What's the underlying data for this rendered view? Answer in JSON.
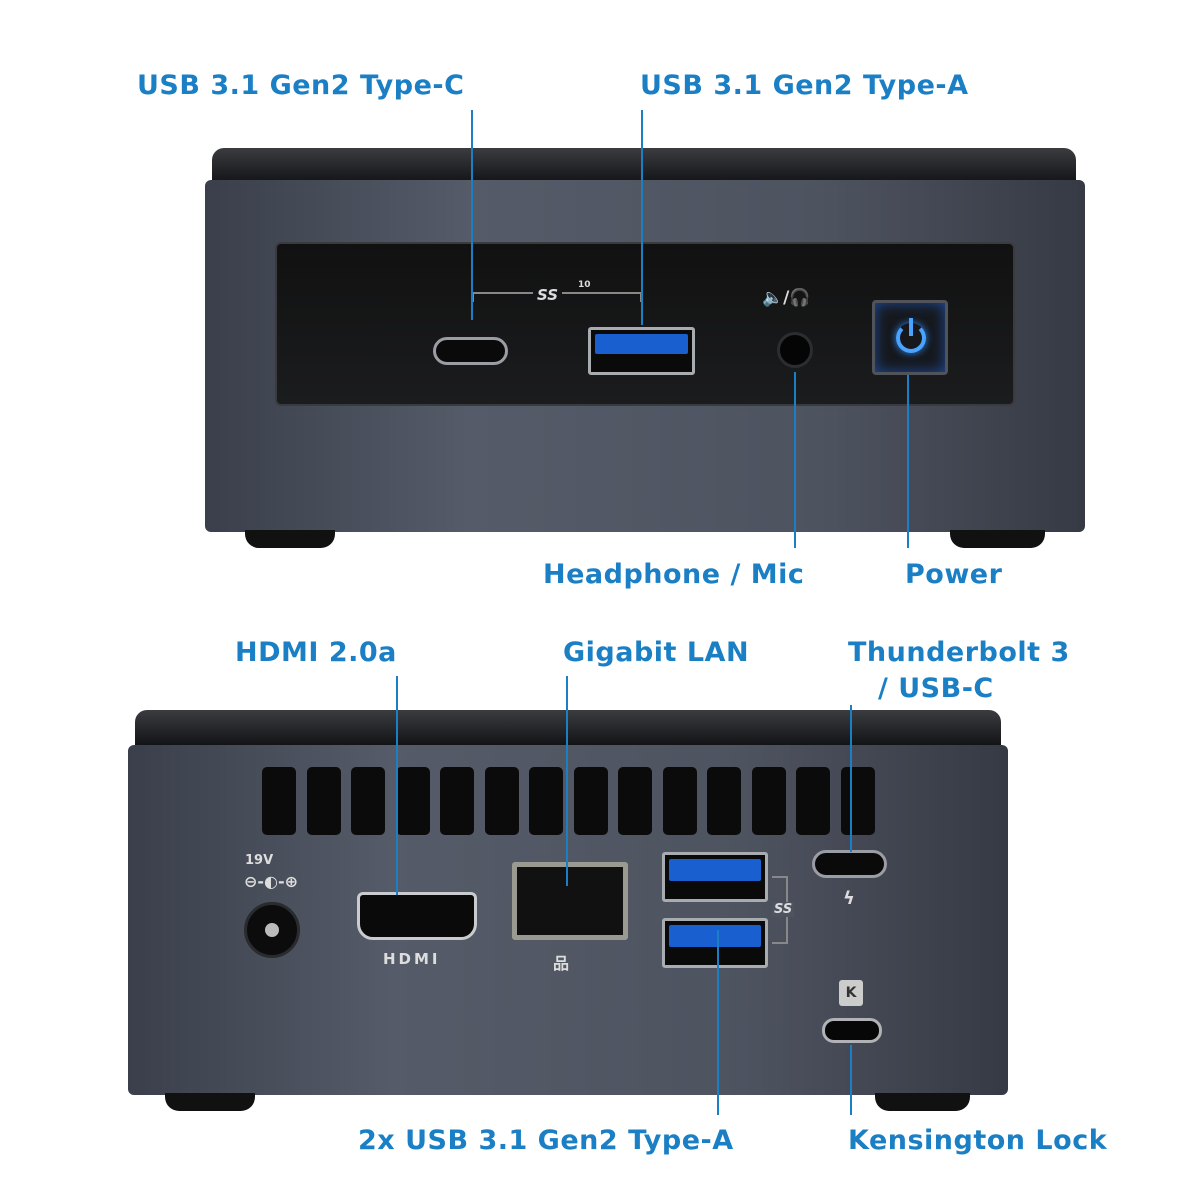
{
  "labels": {
    "usb_c_front": "USB 3.1 Gen2 Type-C",
    "usb_a_front": "USB 3.1 Gen2 Type-A",
    "headphone": "Headphone / Mic",
    "power": "Power",
    "hdmi": "HDMI 2.0a",
    "lan": "Gigabit LAN",
    "thunderbolt_1": "Thunderbolt 3",
    "thunderbolt_2": "/ USB-C",
    "usb_a_rear": "2x USB 3.1 Gen2 Type-A",
    "kensington": "Kensington Lock"
  },
  "device_markings": {
    "ss_logo": "SS",
    "ss_speed": "10",
    "voltage": "19V",
    "hdmi_logo": "HDMI",
    "lock_letter": "K"
  },
  "colors": {
    "label": "#1a7fc4",
    "power_led": "#2a8cff",
    "usb_blue": "#1a5fd0"
  }
}
